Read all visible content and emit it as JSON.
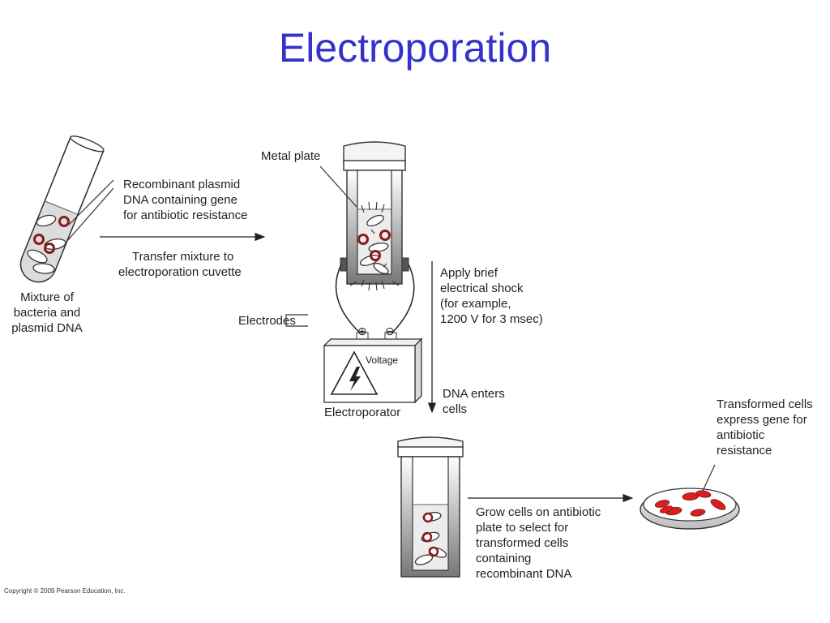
{
  "title": "Electroporation",
  "labels": {
    "recombinant": [
      "Recombinant plasmid",
      "DNA containing gene",
      "for antibiotic resistance"
    ],
    "transfer": [
      "Transfer mixture to",
      "electroporation cuvette"
    ],
    "mixture": [
      "Mixture of",
      "bacteria and",
      "plasmid DNA"
    ],
    "metal_plate": "Metal plate",
    "electrodes": "Electrodes",
    "voltage": "Voltage",
    "electroporator": "Electroporator",
    "shock": [
      "Apply brief",
      "electrical shock",
      "(for example,",
      "1200 V for 3 msec)"
    ],
    "dna_enters": [
      "DNA enters",
      "cells"
    ],
    "grow": [
      "Grow cells on antibiotic",
      "plate to select for",
      "transformed cells",
      "containing",
      "recombinant DNA"
    ],
    "transformed": [
      "Transformed cells",
      "express gene for",
      "antibiotic",
      "resistance"
    ]
  },
  "symbols": {
    "plus": "⊕",
    "minus": "⊖"
  },
  "icons": {
    "hazard": "lightning-warning-icon"
  },
  "colors": {
    "title": "#3333cc",
    "plasmid": "#8b1a1a",
    "colony": "#d62020"
  },
  "copyright": "Copyright © 2009 Pearson Education, Inc."
}
